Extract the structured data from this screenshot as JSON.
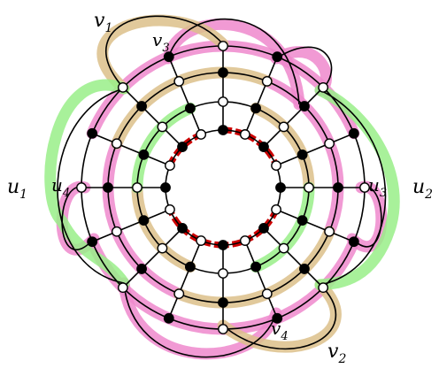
{
  "diagram": {
    "labels": {
      "v1": "v",
      "v1_sub": "1",
      "v2": "v",
      "v2_sub": "2",
      "v3": "v",
      "v3_sub": "3",
      "v4": "v",
      "v4_sub": "4",
      "u1": "u",
      "u1_sub": "1",
      "u2": "u",
      "u2_sub": "2",
      "u3": "u",
      "u3_sub": "3",
      "u4": "u",
      "u4_sub": "4"
    },
    "rings": 4,
    "spokes": 16,
    "colors": {
      "pink": "#ee88cc",
      "tan": "#dcc08a",
      "green": "#99ee88",
      "red_path": "#cc0000",
      "black_vertex": "#000000",
      "white_vertex": "#ffffff"
    }
  }
}
